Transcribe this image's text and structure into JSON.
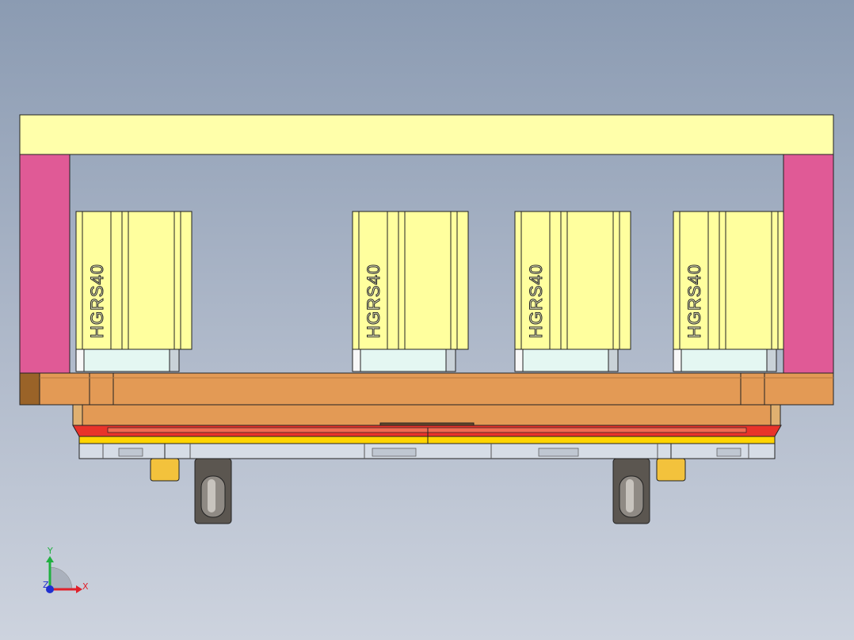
{
  "viewport": {
    "background_top": "#8b9bb2",
    "background_bottom": "#cdd3de"
  },
  "colors": {
    "top_beam": "#ffffaa",
    "side_post": "#e05a96",
    "base_plate": "#e39a55",
    "base_plate_dark": "#9a6328",
    "rail_block": "#ffff9e",
    "rail_block_bottom": "#e4f7f2",
    "fixture_red": "#e8332a",
    "fixture_yellow": "#ffd400",
    "caster": "#5b5650",
    "bolt": "#f3c23c"
  },
  "blocks": [
    {
      "label": "HGRS40"
    },
    {
      "label": "HGRS40"
    },
    {
      "label": "HGRS40"
    },
    {
      "label": "HGRS40"
    }
  ],
  "triad": {
    "x_label": "X",
    "y_label": "Y",
    "z_label": "Z",
    "x_color": "#e0202a",
    "y_color": "#20b040",
    "z_color": "#2030d0"
  }
}
